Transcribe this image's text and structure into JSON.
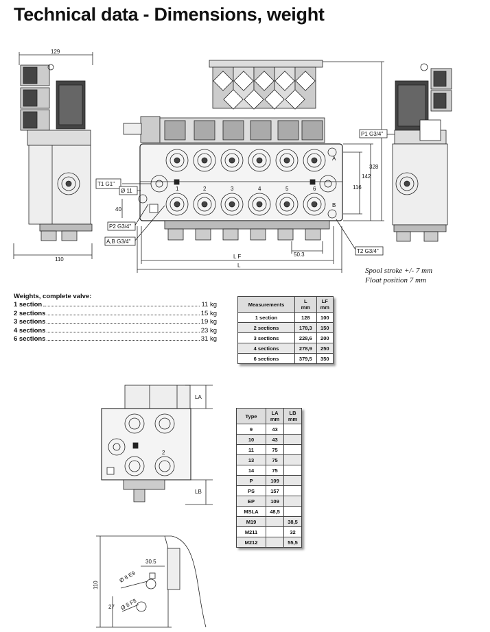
{
  "page_title": "Technical data - Dimensions, weight",
  "drawing": {
    "dim_129": "129",
    "dim_110": "110",
    "t1": "T1 G1\"",
    "d11": "Ø 11",
    "dim_40": "40",
    "p2": "P2 G3/4\"",
    "ab": "A,B G3/4\"",
    "dim_50_3": "50.3",
    "lf": "L F",
    "l": "L",
    "t2": "T2 G3/4\"",
    "p1": "P1 G3/4\"",
    "dim_328": "328",
    "dim_142": "142",
    "dim_116": "116",
    "section_numbers": [
      "1",
      "2",
      "3",
      "4",
      "5",
      "6"
    ],
    "port_a": "A",
    "port_b": "B",
    "la": "LA",
    "lb": "LB",
    "dim_30_5": "30.5",
    "e9": "Ø 8 E9",
    "f8": "Ø 8 F8",
    "dim_110b": "110",
    "dim_27": "27",
    "tiny_num": "2"
  },
  "notes": {
    "spool_stroke": "Spool stroke +/- 7 mm",
    "float_position": "Float position 7 mm"
  },
  "weights": {
    "heading": "Weights, complete valve:",
    "rows": [
      {
        "label": "1 section",
        "value": "11 kg"
      },
      {
        "label": "2 sections",
        "value": "15 kg"
      },
      {
        "label": "3 sections",
        "value": "19 kg"
      },
      {
        "label": "4 sections",
        "value": "23 kg"
      },
      {
        "label": "6 sections",
        "value": "31 kg"
      }
    ]
  },
  "measurements_table": {
    "headers": [
      [
        "Measurements"
      ],
      [
        "L",
        "mm"
      ],
      [
        "LF",
        "mm"
      ]
    ],
    "rows": [
      [
        "1 section",
        "128",
        "100"
      ],
      [
        "2 sections",
        "178,3",
        "150"
      ],
      [
        "3 sections",
        "228,6",
        "200"
      ],
      [
        "4 sections",
        "278,9",
        "250"
      ],
      [
        "6 sections",
        "379,5",
        "350"
      ]
    ]
  },
  "type_table": {
    "headers": [
      [
        "Type"
      ],
      [
        "LA",
        "mm"
      ],
      [
        "LB",
        "mm"
      ]
    ],
    "rows": [
      [
        "9",
        "43",
        ""
      ],
      [
        "10",
        "43",
        ""
      ],
      [
        "11",
        "75",
        ""
      ],
      [
        "13",
        "75",
        ""
      ],
      [
        "14",
        "75",
        ""
      ],
      [
        "P",
        "109",
        ""
      ],
      [
        "PS",
        "157",
        ""
      ],
      [
        "EP",
        "109",
        ""
      ],
      [
        "MSLA",
        "48,5",
        ""
      ],
      [
        "M19",
        "",
        "38,5"
      ],
      [
        "M211",
        "",
        "32"
      ],
      [
        "M212",
        "",
        "55,5"
      ]
    ]
  }
}
